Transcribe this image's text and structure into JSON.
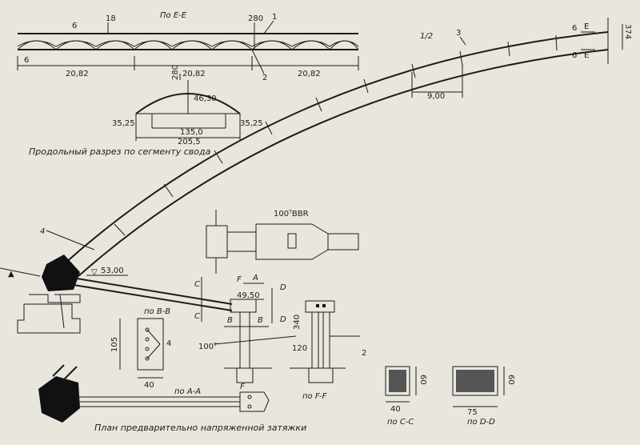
{
  "section_ee": {
    "title": "По Е-Е",
    "dim_6a": "6",
    "dim_18": "18",
    "dim_280": "280",
    "dim_6b": "6",
    "callout_1": "1",
    "callout_2": "2",
    "span_1": "20,82",
    "span_2": "20,82",
    "span_3": "20,82"
  },
  "segment": {
    "dim_280": "280",
    "dim_rise": "46,30",
    "dim_left": "35,25",
    "dim_right": "35,25",
    "dim_mid": "135,0",
    "dim_total": "205,5"
  },
  "caption_long_section": "Продольный разрез по сегменту свода",
  "arch": {
    "label_half": "1/2",
    "callout_3": "3",
    "dim_top_6a": "6",
    "dim_top_6b": "6",
    "label_e1": "E",
    "label_e2": "E",
    "dim_374": "374",
    "dim_900": "9,00",
    "callout_4": "4"
  },
  "jack": {
    "label": "100ᵀBBR"
  },
  "support": {
    "elevation": "53,00",
    "elevation_tie": "49,50",
    "label_c1": "C",
    "label_c2": "C",
    "label_f": "F",
    "label_a": "A",
    "label_d1": "D",
    "label_d2": "D",
    "label_b1": "B",
    "label_b2": "B",
    "dim_340": "340",
    "dim_120": "120",
    "callout_2": "2"
  },
  "section_bb": {
    "title": "по В-В",
    "dim_105": "105",
    "dim_40": "40",
    "callout_4": "4",
    "label_100t": "100ᵀ"
  },
  "section_aa": {
    "title": "по А-А",
    "label_f": "F"
  },
  "section_ff": {
    "title": "по F-F"
  },
  "section_cc": {
    "title": "по С-С",
    "dim_60": "60",
    "dim_40": "40"
  },
  "section_dd": {
    "title": "по D-D",
    "dim_60": "60",
    "dim_75": "75"
  },
  "caption_plan": "План предварительно напряженной затяжки"
}
